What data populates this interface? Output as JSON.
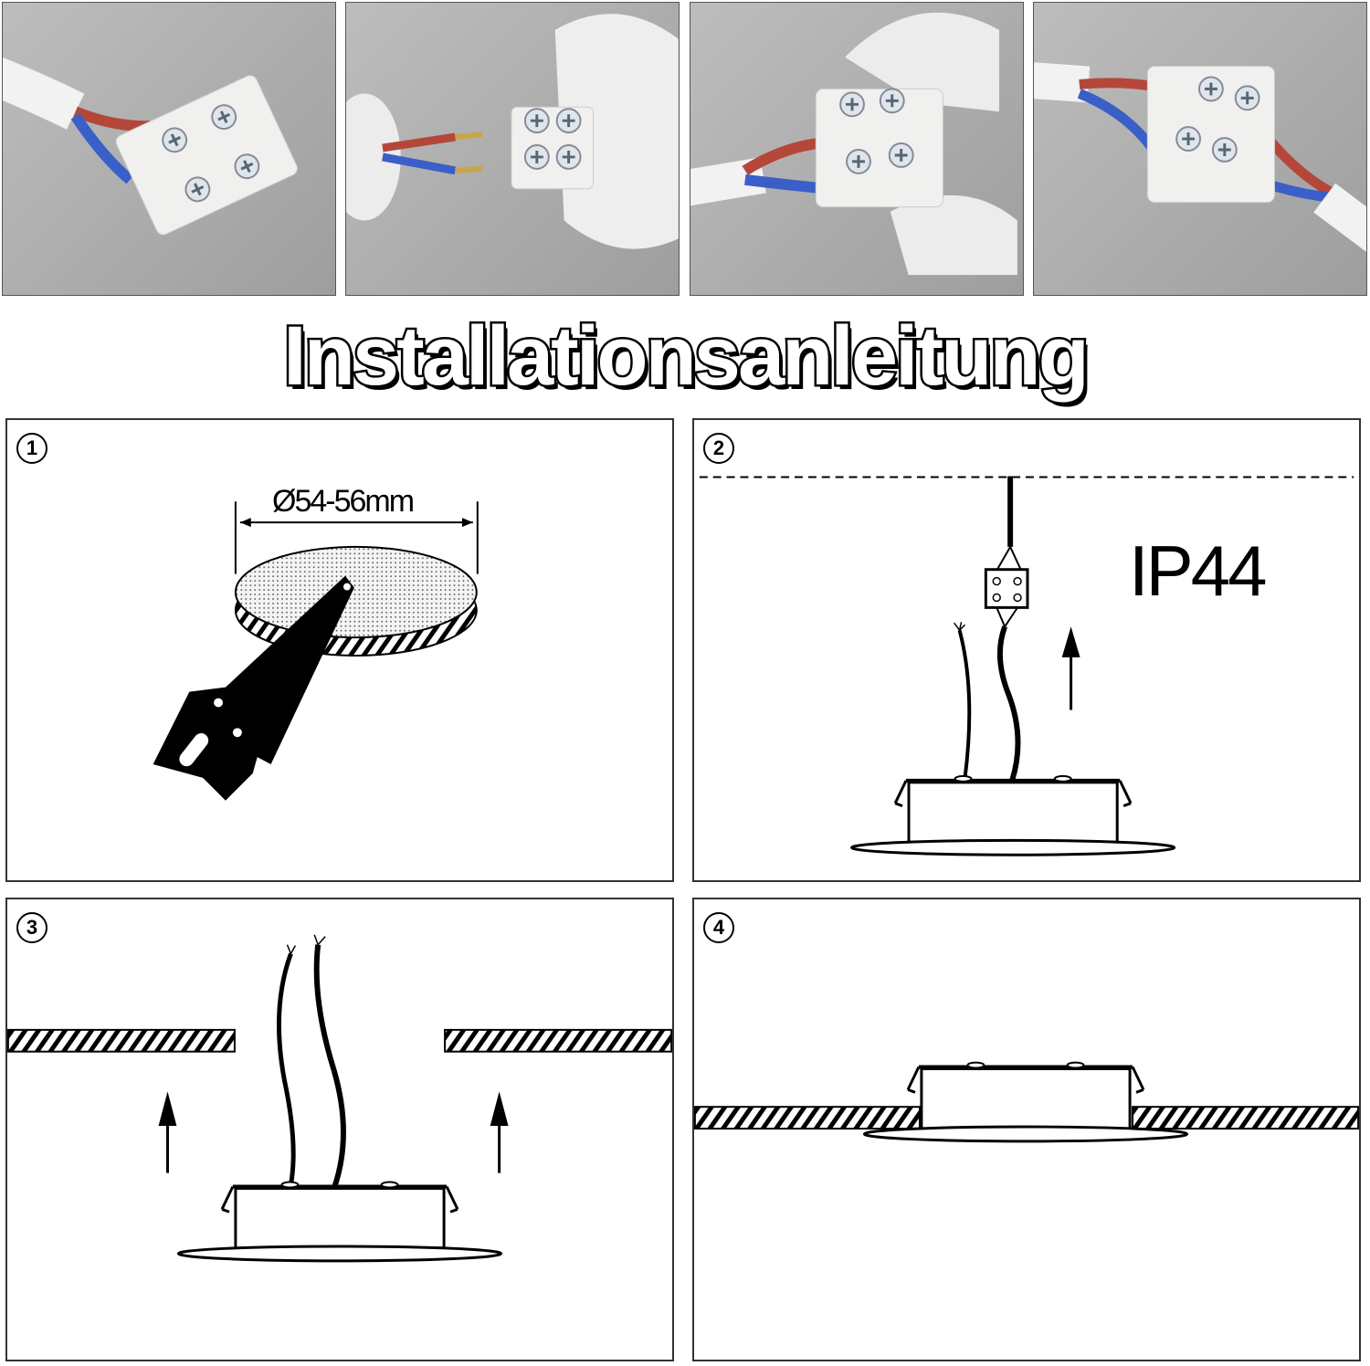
{
  "title": "Installationsanleitung",
  "steps": [
    {
      "number": "1",
      "dimension": "Ø54-56mm"
    },
    {
      "number": "2",
      "rating": "IP44"
    },
    {
      "number": "3"
    },
    {
      "number": "4"
    }
  ],
  "colors": {
    "wire_red": "#b5473a",
    "wire_blue": "#3a5fc8",
    "line": "#000000"
  }
}
